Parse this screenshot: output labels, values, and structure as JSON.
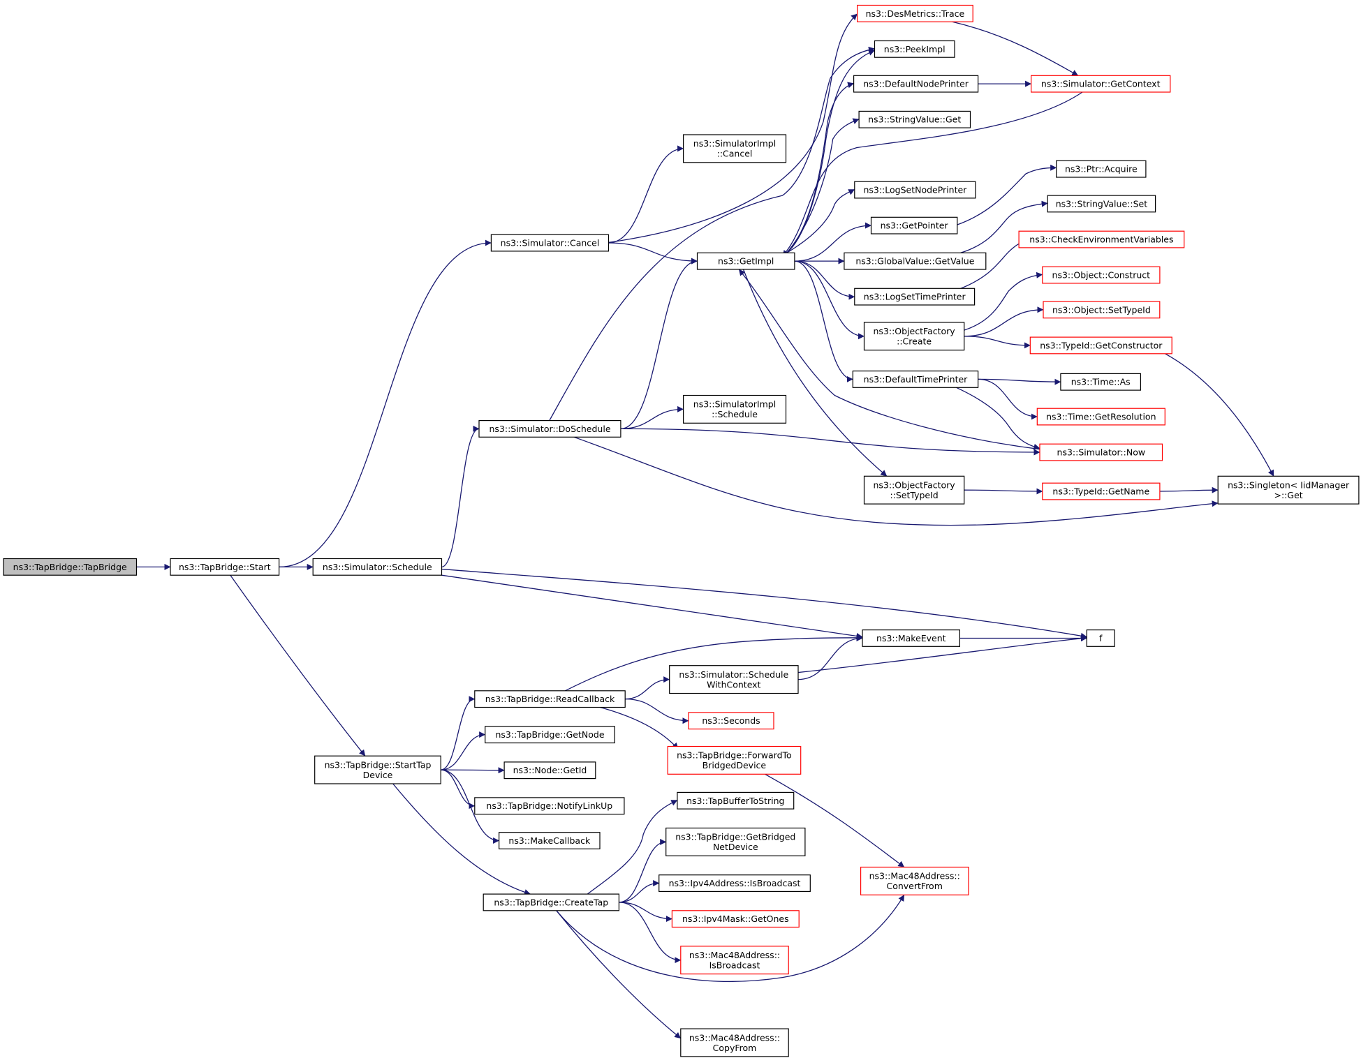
{
  "colors": {
    "edge": "#191970",
    "node_border": "#000000",
    "node_border_undocumented": "#ff0000",
    "root_fill": "#bfbfbf",
    "background": "#ffffff"
  },
  "nodes": [
    {
      "id": "tapbridge_tapbridge",
      "label": [
        "ns3::TapBridge::TapBridge"
      ],
      "style": "root"
    },
    {
      "id": "tapbridge_start",
      "label": [
        "ns3::TapBridge::Start"
      ],
      "style": "normal"
    },
    {
      "id": "simulator_cancel",
      "label": [
        "ns3::Simulator::Cancel"
      ],
      "style": "normal"
    },
    {
      "id": "simulator_schedule",
      "label": [
        "ns3::Simulator::Schedule"
      ],
      "style": "normal"
    },
    {
      "id": "simulator_doschedule",
      "label": [
        "ns3::Simulator::DoSchedule"
      ],
      "style": "normal"
    },
    {
      "id": "tapbridge_starttapdevice",
      "label": [
        "ns3::TapBridge::StartTap",
        "Device"
      ],
      "style": "normal"
    },
    {
      "id": "simulatorimpl_cancel",
      "label": [
        "ns3::SimulatorImpl",
        "::Cancel"
      ],
      "style": "normal"
    },
    {
      "id": "getimpl",
      "label": [
        "ns3::GetImpl"
      ],
      "style": "normal"
    },
    {
      "id": "desmetrics_trace",
      "label": [
        "ns3::DesMetrics::Trace"
      ],
      "style": "red"
    },
    {
      "id": "peekimpl",
      "label": [
        "ns3::PeekImpl"
      ],
      "style": "normal"
    },
    {
      "id": "defaultnodeprinter",
      "label": [
        "ns3::DefaultNodePrinter"
      ],
      "style": "normal"
    },
    {
      "id": "stringvalue_get",
      "label": [
        "ns3::StringValue::Get"
      ],
      "style": "normal"
    },
    {
      "id": "logsetnodeprinter",
      "label": [
        "ns3::LogSetNodePrinter"
      ],
      "style": "normal"
    },
    {
      "id": "getpointer",
      "label": [
        "ns3::GetPointer"
      ],
      "style": "normal"
    },
    {
      "id": "globalvalue_getvalue",
      "label": [
        "ns3::GlobalValue::GetValue"
      ],
      "style": "normal"
    },
    {
      "id": "logsettimeprinter",
      "label": [
        "ns3::LogSetTimePrinter"
      ],
      "style": "normal"
    },
    {
      "id": "objectfactory_create",
      "label": [
        "ns3::ObjectFactory",
        "::Create"
      ],
      "style": "normal"
    },
    {
      "id": "defaulttimeprinter",
      "label": [
        "ns3::DefaultTimePrinter"
      ],
      "style": "normal"
    },
    {
      "id": "objectfactory_settypeid",
      "label": [
        "ns3::ObjectFactory",
        "::SetTypeId"
      ],
      "style": "normal"
    },
    {
      "id": "simulator_getcontext",
      "label": [
        "ns3::Simulator::GetContext"
      ],
      "style": "red"
    },
    {
      "id": "ptr_acquire",
      "label": [
        "ns3::Ptr::Acquire"
      ],
      "style": "normal"
    },
    {
      "id": "stringvalue_set",
      "label": [
        "ns3::StringValue::Set"
      ],
      "style": "normal"
    },
    {
      "id": "checkenvironmentvariables",
      "label": [
        "ns3::CheckEnvironmentVariables"
      ],
      "style": "red"
    },
    {
      "id": "object_construct",
      "label": [
        "ns3::Object::Construct"
      ],
      "style": "red"
    },
    {
      "id": "object_settypeid",
      "label": [
        "ns3::Object::SetTypeId"
      ],
      "style": "red"
    },
    {
      "id": "typeid_getconstructor",
      "label": [
        "ns3::TypeId::GetConstructor"
      ],
      "style": "red"
    },
    {
      "id": "time_as",
      "label": [
        "ns3::Time::As"
      ],
      "style": "normal"
    },
    {
      "id": "time_getresolution",
      "label": [
        "ns3::Time::GetResolution"
      ],
      "style": "red"
    },
    {
      "id": "simulator_now",
      "label": [
        "ns3::Simulator::Now"
      ],
      "style": "red"
    },
    {
      "id": "typeid_getname",
      "label": [
        "ns3::TypeId::GetName"
      ],
      "style": "red"
    },
    {
      "id": "singleton_get",
      "label": [
        "ns3::Singleton< IidManager",
        ">::Get"
      ],
      "style": "normal"
    },
    {
      "id": "simulatorimpl_schedule",
      "label": [
        "ns3::SimulatorImpl",
        "::Schedule"
      ],
      "style": "normal"
    },
    {
      "id": "makeevent",
      "label": [
        "ns3::MakeEvent"
      ],
      "style": "normal"
    },
    {
      "id": "f",
      "label": [
        "f"
      ],
      "style": "normal"
    },
    {
      "id": "simulator_schedulewithcontext",
      "label": [
        "ns3::Simulator::Schedule",
        "WithContext"
      ],
      "style": "normal"
    },
    {
      "id": "tapbridge_readcallback",
      "label": [
        "ns3::TapBridge::ReadCallback"
      ],
      "style": "normal"
    },
    {
      "id": "seconds",
      "label": [
        "ns3::Seconds"
      ],
      "style": "red"
    },
    {
      "id": "tapbridge_forwardtobridgeddevice",
      "label": [
        "ns3::TapBridge::ForwardTo",
        "BridgedDevice"
      ],
      "style": "red"
    },
    {
      "id": "tapbridge_getnode",
      "label": [
        "ns3::TapBridge::GetNode"
      ],
      "style": "normal"
    },
    {
      "id": "node_getid",
      "label": [
        "ns3::Node::GetId"
      ],
      "style": "normal"
    },
    {
      "id": "tapbridge_notifylinkup",
      "label": [
        "ns3::TapBridge::NotifyLinkUp"
      ],
      "style": "normal"
    },
    {
      "id": "makecallback",
      "label": [
        "ns3::MakeCallback"
      ],
      "style": "normal"
    },
    {
      "id": "tapbridge_createtap",
      "label": [
        "ns3::TapBridge::CreateTap"
      ],
      "style": "normal"
    },
    {
      "id": "tapbuffertostring",
      "label": [
        "ns3::TapBufferToString"
      ],
      "style": "normal"
    },
    {
      "id": "tapbridge_getbridgednetdevice",
      "label": [
        "ns3::TapBridge::GetBridged",
        "NetDevice"
      ],
      "style": "normal"
    },
    {
      "id": "ipv4address_isbroadcast",
      "label": [
        "ns3::Ipv4Address::IsBroadcast"
      ],
      "style": "normal"
    },
    {
      "id": "ipv4mask_getones",
      "label": [
        "ns3::Ipv4Mask::GetOnes"
      ],
      "style": "red"
    },
    {
      "id": "mac48address_isbroadcast",
      "label": [
        "ns3::Mac48Address::",
        "IsBroadcast"
      ],
      "style": "red"
    },
    {
      "id": "mac48address_copyfrom",
      "label": [
        "ns3::Mac48Address::",
        "CopyFrom"
      ],
      "style": "normal"
    },
    {
      "id": "mac48address_convertfrom",
      "label": [
        "ns3::Mac48Address::",
        "ConvertFrom"
      ],
      "style": "red"
    }
  ],
  "edges": [
    [
      "tapbridge_tapbridge",
      "tapbridge_start"
    ],
    [
      "tapbridge_start",
      "simulator_cancel"
    ],
    [
      "tapbridge_start",
      "simulator_schedule"
    ],
    [
      "tapbridge_start",
      "tapbridge_starttapdevice"
    ],
    [
      "simulator_cancel",
      "simulatorimpl_cancel"
    ],
    [
      "simulator_cancel",
      "getimpl"
    ],
    [
      "simulator_cancel",
      "desmetrics_trace"
    ],
    [
      "simulator_schedule",
      "simulator_doschedule"
    ],
    [
      "simulator_schedule",
      "makeevent"
    ],
    [
      "simulator_schedule",
      "f"
    ],
    [
      "simulator_doschedule",
      "simulatorimpl_schedule"
    ],
    [
      "simulator_doschedule",
      "getimpl"
    ],
    [
      "simulator_doschedule",
      "simulator_now"
    ],
    [
      "simulator_doschedule",
      "singleton_get"
    ],
    [
      "simulator_doschedule",
      "peekimpl"
    ],
    [
      "getimpl",
      "peekimpl"
    ],
    [
      "getimpl",
      "defaultnodeprinter"
    ],
    [
      "getimpl",
      "stringvalue_get"
    ],
    [
      "getimpl",
      "logsetnodeprinter"
    ],
    [
      "getimpl",
      "getpointer"
    ],
    [
      "getimpl",
      "globalvalue_getvalue"
    ],
    [
      "getimpl",
      "logsettimeprinter"
    ],
    [
      "getimpl",
      "objectfactory_create"
    ],
    [
      "getimpl",
      "defaulttimeprinter"
    ],
    [
      "getimpl",
      "objectfactory_settypeid"
    ],
    [
      "simulator_getcontext",
      "getimpl"
    ],
    [
      "simulator_now",
      "getimpl"
    ],
    [
      "desmetrics_trace",
      "simulator_getcontext"
    ],
    [
      "defaultnodeprinter",
      "simulator_getcontext"
    ],
    [
      "getpointer",
      "ptr_acquire"
    ],
    [
      "globalvalue_getvalue",
      "stringvalue_set"
    ],
    [
      "logsettimeprinter",
      "checkenvironmentvariables"
    ],
    [
      "objectfactory_create",
      "object_construct"
    ],
    [
      "objectfactory_create",
      "object_settypeid"
    ],
    [
      "objectfactory_create",
      "typeid_getconstructor"
    ],
    [
      "typeid_getconstructor",
      "singleton_get"
    ],
    [
      "defaulttimeprinter",
      "time_as"
    ],
    [
      "defaulttimeprinter",
      "time_getresolution"
    ],
    [
      "defaulttimeprinter",
      "simulator_now"
    ],
    [
      "objectfactory_settypeid",
      "typeid_getname"
    ],
    [
      "typeid_getname",
      "singleton_get"
    ],
    [
      "makeevent",
      "f"
    ],
    [
      "tapbridge_starttapdevice",
      "tapbridge_readcallback"
    ],
    [
      "tapbridge_starttapdevice",
      "tapbridge_getnode"
    ],
    [
      "tapbridge_starttapdevice",
      "node_getid"
    ],
    [
      "tapbridge_starttapdevice",
      "tapbridge_notifylinkup"
    ],
    [
      "tapbridge_starttapdevice",
      "makecallback"
    ],
    [
      "tapbridge_starttapdevice",
      "tapbridge_createtap"
    ],
    [
      "tapbridge_readcallback",
      "makeevent"
    ],
    [
      "tapbridge_readcallback",
      "simulator_schedulewithcontext"
    ],
    [
      "tapbridge_readcallback",
      "seconds"
    ],
    [
      "tapbridge_readcallback",
      "tapbridge_forwardtobridgeddevice"
    ],
    [
      "simulator_schedulewithcontext",
      "makeevent"
    ],
    [
      "simulator_schedulewithcontext",
      "f"
    ],
    [
      "tapbridge_forwardtobridgeddevice",
      "mac48address_convertfrom"
    ],
    [
      "tapbridge_createtap",
      "tapbuffertostring"
    ],
    [
      "tapbridge_createtap",
      "tapbridge_getbridgednetdevice"
    ],
    [
      "tapbridge_createtap",
      "ipv4address_isbroadcast"
    ],
    [
      "tapbridge_createtap",
      "ipv4mask_getones"
    ],
    [
      "tapbridge_createtap",
      "mac48address_isbroadcast"
    ],
    [
      "tapbridge_createtap",
      "mac48address_copyfrom"
    ],
    [
      "tapbridge_createtap",
      "mac48address_convertfrom"
    ]
  ]
}
